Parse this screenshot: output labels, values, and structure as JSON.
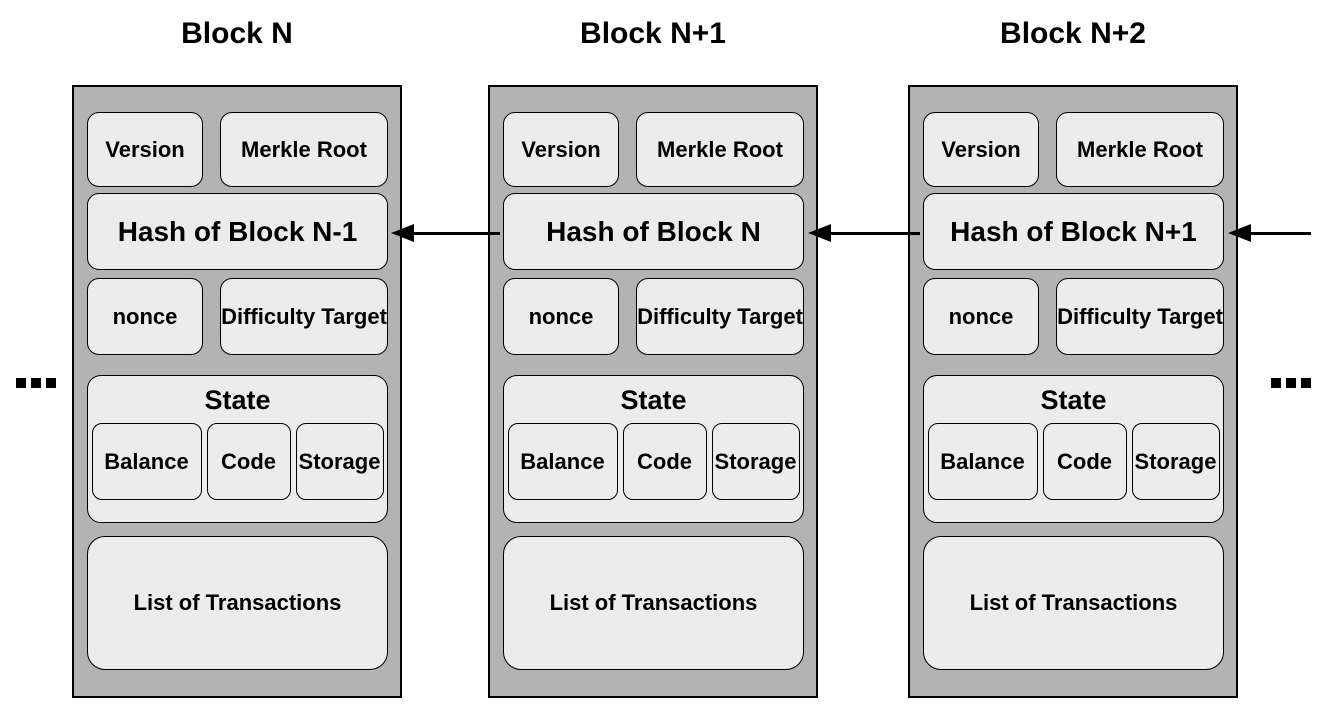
{
  "diagram": {
    "description": "Blockchain block structure chain diagram",
    "blocks": [
      {
        "title": "Block N",
        "fields": {
          "version": "Version",
          "merkle_root": "Merkle Root",
          "hash": "Hash of Block N-1",
          "nonce": "nonce",
          "difficulty_target": "Difficulty Target"
        },
        "state": {
          "title": "State",
          "items": [
            "Balance",
            "Code",
            "Storage"
          ]
        },
        "transactions_label": "List of Transactions"
      },
      {
        "title": "Block N+1",
        "fields": {
          "version": "Version",
          "merkle_root": "Merkle Root",
          "hash": "Hash of Block N",
          "nonce": "nonce",
          "difficulty_target": "Difficulty Target"
        },
        "state": {
          "title": "State",
          "items": [
            "Balance",
            "Code",
            "Storage"
          ]
        },
        "transactions_label": "List of Transactions"
      },
      {
        "title": "Block N+2",
        "fields": {
          "version": "Version",
          "merkle_root": "Merkle Root",
          "hash": "Hash of Block N+1",
          "nonce": "nonce",
          "difficulty_target": "Difficulty Target"
        },
        "state": {
          "title": "State",
          "items": [
            "Balance",
            "Code",
            "Storage"
          ]
        },
        "transactions_label": "List of Transactions"
      }
    ],
    "arrows": "each block's hash field points left to the previous block's hash field",
    "colors": {
      "block_background": "#b3b3b3",
      "box_background": "#ececec",
      "border": "#000000",
      "arrow": "#000000",
      "text": "#000000"
    }
  }
}
